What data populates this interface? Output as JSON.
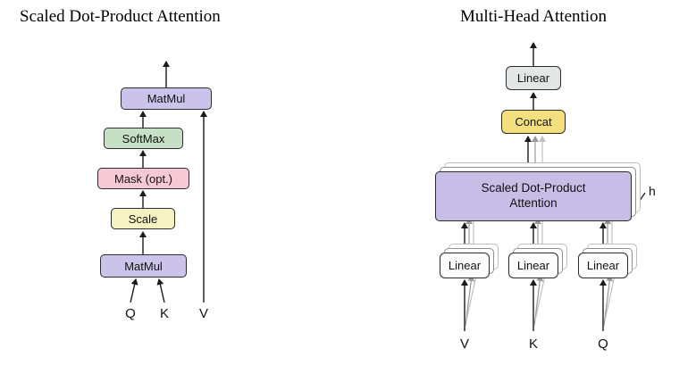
{
  "left": {
    "title": "Scaled Dot-Product Attention",
    "boxes": {
      "matmul_top": "MatMul",
      "softmax": "SoftMax",
      "mask": "Mask (opt.)",
      "scale": "Scale",
      "matmul_bottom": "MatMul"
    },
    "inputs": {
      "q": "Q",
      "k": "K",
      "v": "V"
    }
  },
  "right": {
    "title": "Multi-Head Attention",
    "boxes": {
      "linear_output": "Linear",
      "concat": "Concat",
      "attention": "Scaled Dot-Product Attention",
      "linear_v": "Linear",
      "linear_k": "Linear",
      "linear_q": "Linear"
    },
    "head_count_label": "h",
    "inputs": {
      "v": "V",
      "k": "K",
      "q": "Q"
    }
  },
  "colors": {
    "matmul_fill": "#ccc3ea",
    "softmax_fill": "#c5e0c5",
    "mask_fill": "#f7c9d4",
    "scale_fill": "#f7f2c4",
    "concat_fill": "#f3e07d",
    "linear_output_fill": "#e3e7e4",
    "linear_fill": "#fcfcfc",
    "attention_fill": "#c7bde6",
    "box_border": "#2b2b2b",
    "arrow_dark": "#1a1a1a",
    "arrow_gray": "#9a9a9a"
  }
}
